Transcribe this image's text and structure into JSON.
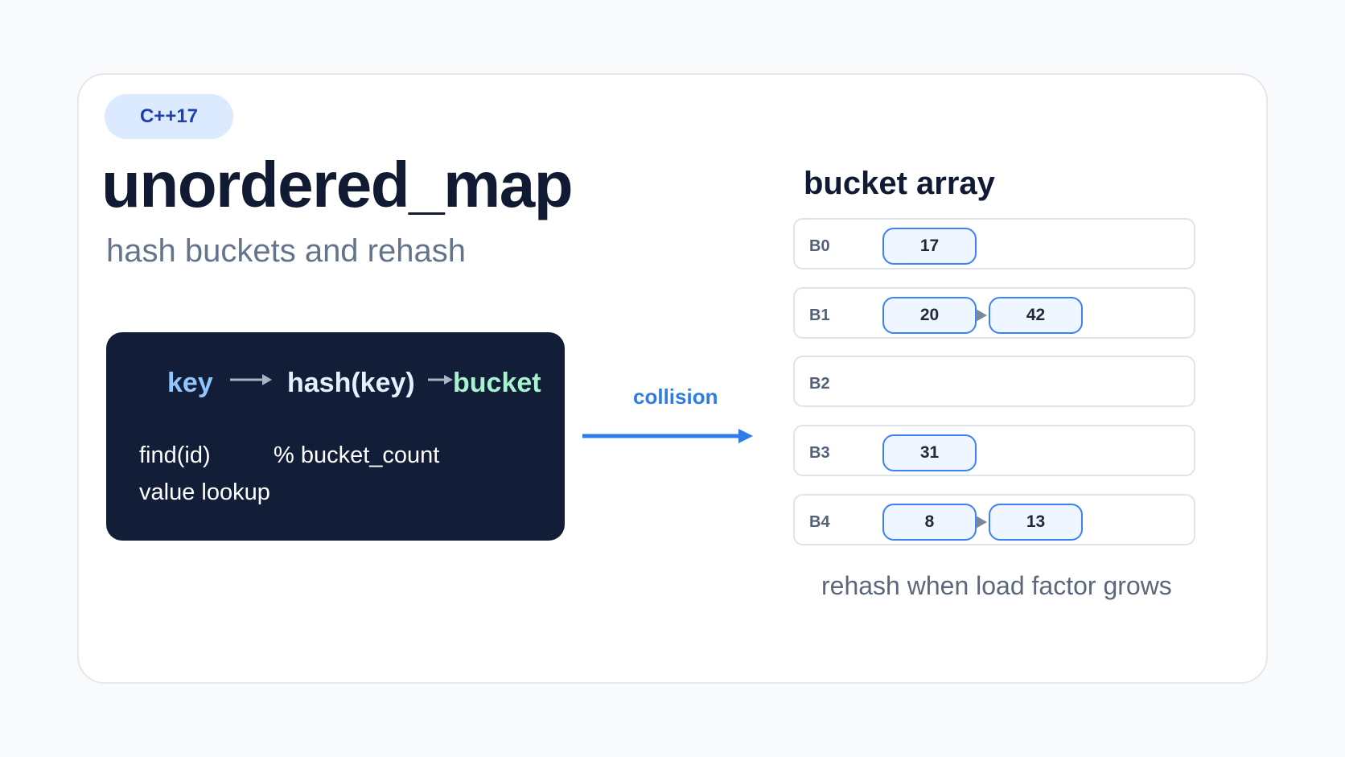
{
  "badge": "C++17",
  "title": "unordered_map",
  "subtitle": "hash buckets and rehash",
  "flow": {
    "key": "key",
    "hash": "hash(key)",
    "bucket": "bucket"
  },
  "panel": {
    "find": "find(id)",
    "modulo": "% bucket_count",
    "lookup": "value lookup"
  },
  "collision_label": "collision",
  "bucket_heading": "bucket array",
  "buckets": [
    {
      "label": "B0",
      "values": [
        "17"
      ]
    },
    {
      "label": "B1",
      "values": [
        "20",
        "42"
      ]
    },
    {
      "label": "B2",
      "values": []
    },
    {
      "label": "B3",
      "values": [
        "31"
      ]
    },
    {
      "label": "B4",
      "values": [
        "8",
        "13"
      ]
    }
  ],
  "footer": "rehash when load factor grows",
  "colors": {
    "accent": "#2f7bea",
    "panel_bg": "#121e38",
    "key": "#93c5fd",
    "bucket": "#a7f3d0"
  }
}
